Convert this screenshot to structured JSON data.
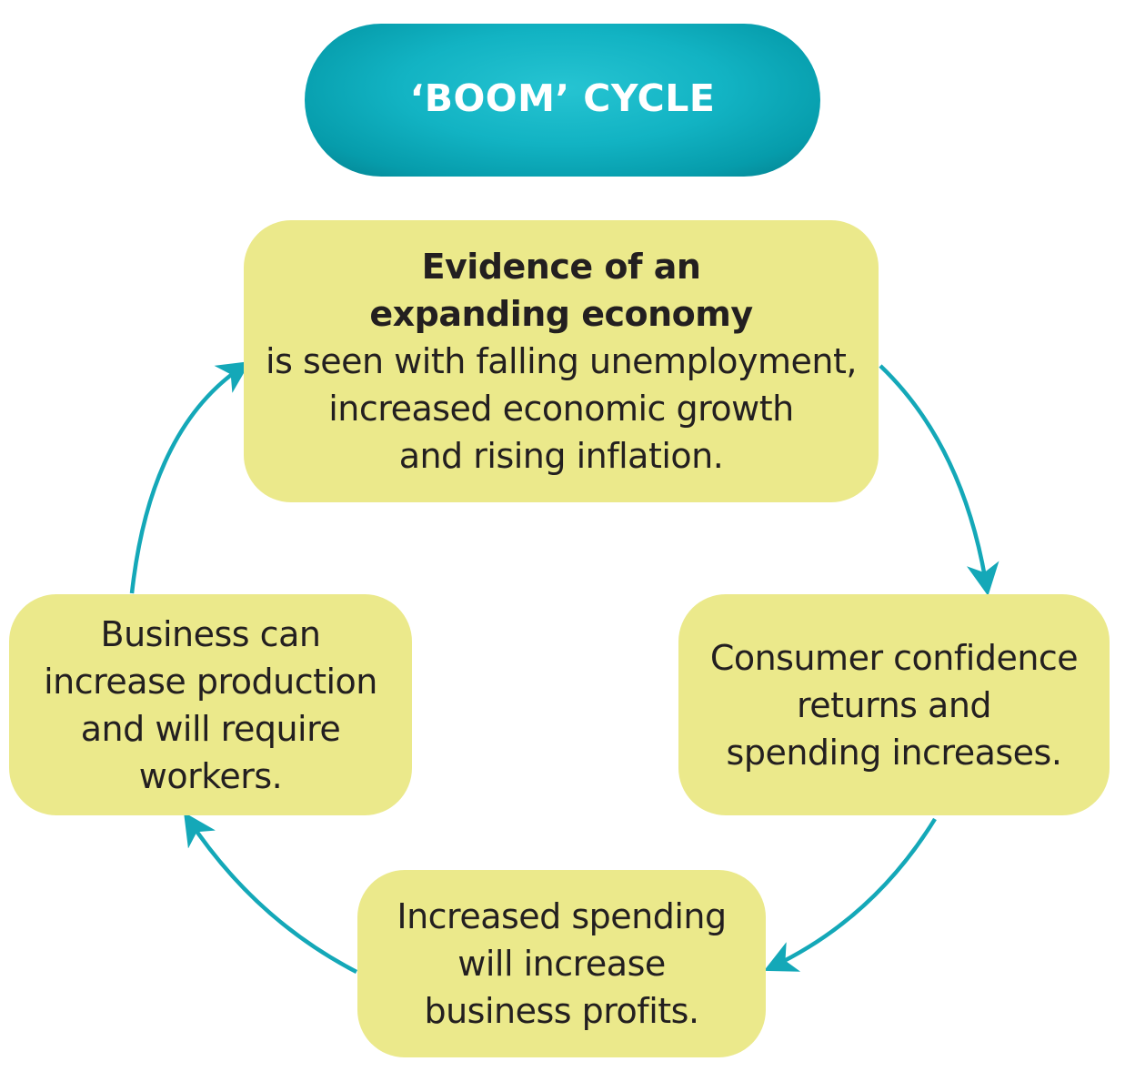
{
  "title": "‘BOOM’ CYCLE",
  "boxes": {
    "top": {
      "bold_lines": [
        "Evidence of an",
        "expanding economy"
      ],
      "lines": [
        "is seen with falling unemployment,",
        "increased economic growth",
        "and rising inflation."
      ]
    },
    "right": {
      "lines": [
        "Consumer confidence",
        "returns and",
        "spending increases."
      ]
    },
    "bottom": {
      "lines": [
        "Increased spending",
        "will increase",
        "business profits."
      ]
    },
    "left": {
      "lines": [
        "Business can",
        "increase production",
        "and will require",
        "workers."
      ]
    }
  },
  "colors": {
    "title_fill": "#12b3c3",
    "title_text": "#ffffff",
    "box_fill": "#ebe98b",
    "arrow": "#14a8b8",
    "text": "#231f20"
  }
}
